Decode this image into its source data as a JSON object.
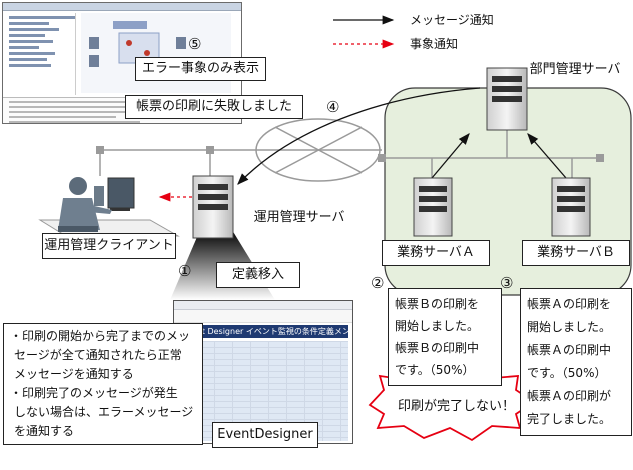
{
  "legend": {
    "message_label": "メッセージ通知",
    "event_label": "事象通知"
  },
  "callouts": {
    "c5_num": "⑤",
    "c5_text": "エラー事象のみ表示",
    "c4_num": "④",
    "c4_text": "帳票の印刷に失敗しました",
    "c1_num": "①",
    "c2_num": "②",
    "c3_num": "③"
  },
  "servers": {
    "dept": "部門管理サーバ",
    "ops": "運用管理サーバ",
    "biz_a": "業務サーバＡ",
    "biz_b": "業務サーバＢ"
  },
  "client": {
    "label": "運用管理クライアント"
  },
  "definition": {
    "label": "定義移入"
  },
  "event_designer": {
    "label": "EventDesigner",
    "window_header": "Event Designer イベント監視の条件定義メンテナンス"
  },
  "notes": {
    "designer_lines": [
      "・印刷の開始から完了までのメッ",
      "セージが全て通知されたら正常",
      "メッセージを通知する",
      "・印刷完了のメッセージが発生",
      "しない場合は、エラーメッセージ",
      "を通知する"
    ],
    "server_a_lines": [
      "帳票Ｂの印刷を",
      "開始しました。",
      "帳票Ｂの印刷中",
      "です。（50%）"
    ],
    "server_b_lines": [
      "帳票Ａの印刷を",
      "開始しました。",
      "帳票Ａの印刷中",
      "です。（50%）",
      "帳票Ａの印刷が",
      "完了しました。"
    ]
  },
  "alert": {
    "text": "印刷が完了しない！",
    "color": "#e60012"
  },
  "colors": {
    "region": "#e6efdd",
    "event_arrow": "#e60012",
    "network": "#9a9a9a"
  }
}
